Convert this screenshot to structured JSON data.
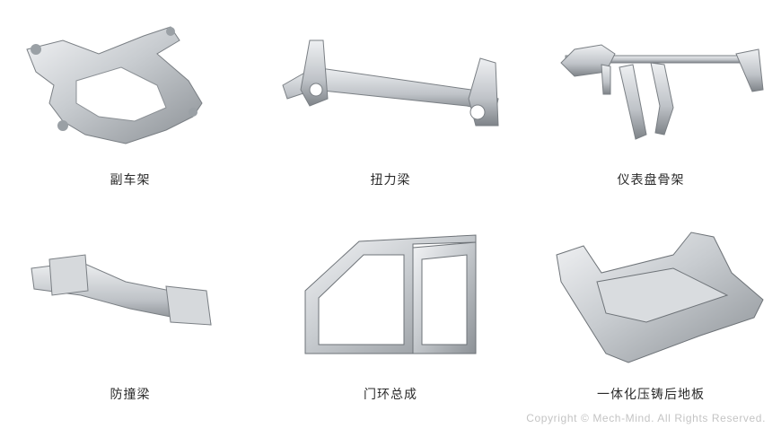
{
  "parts": [
    {
      "id": "subframe",
      "label": "副车架"
    },
    {
      "id": "torsion-beam",
      "label": "扭力梁"
    },
    {
      "id": "dashboard-frame",
      "label": "仪表盘骨架"
    },
    {
      "id": "bumper-beam",
      "label": "防撞梁"
    },
    {
      "id": "door-ring",
      "label": "门环总成"
    },
    {
      "id": "rear-floor-casting",
      "label": "一体化压铸后地板"
    }
  ],
  "footer": {
    "copyright": "Copyright © Mech-Mind. All Rights Reserved."
  },
  "colors": {
    "metal_light": "#e6e8ea",
    "metal_mid": "#b9bdc2",
    "metal_dark": "#6e7378",
    "label_text": "#2a2a2a",
    "copyright_text": "#c4c4c4"
  }
}
